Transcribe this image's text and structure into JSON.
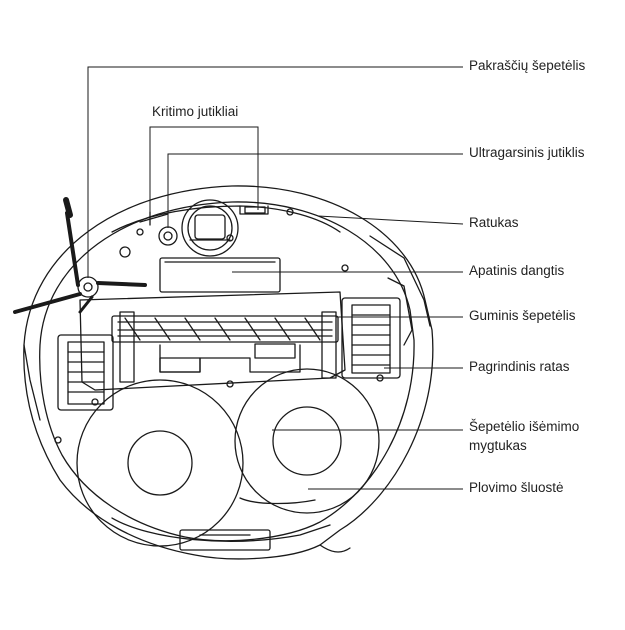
{
  "labels": {
    "edge_brush": "Pakraščių šepetėlis",
    "cliff_sensors": "Kritimo jutikliai",
    "ultrasonic_sensor": "Ultragarsinis jutiklis",
    "caster_wheel": "Ratukas",
    "bottom_cover": "Apatinis dangtis",
    "rubber_brush": "Guminis šepetėlis",
    "main_wheel": "Pagrindinis ratas",
    "brush_release_line1": "Šepetėlio išėmimo",
    "brush_release_line2": "mygtukas",
    "mop_pads": "Plovimo šluostė"
  },
  "colors": {
    "line": "#1a1a1a",
    "background": "#ffffff",
    "text": "#222222"
  }
}
